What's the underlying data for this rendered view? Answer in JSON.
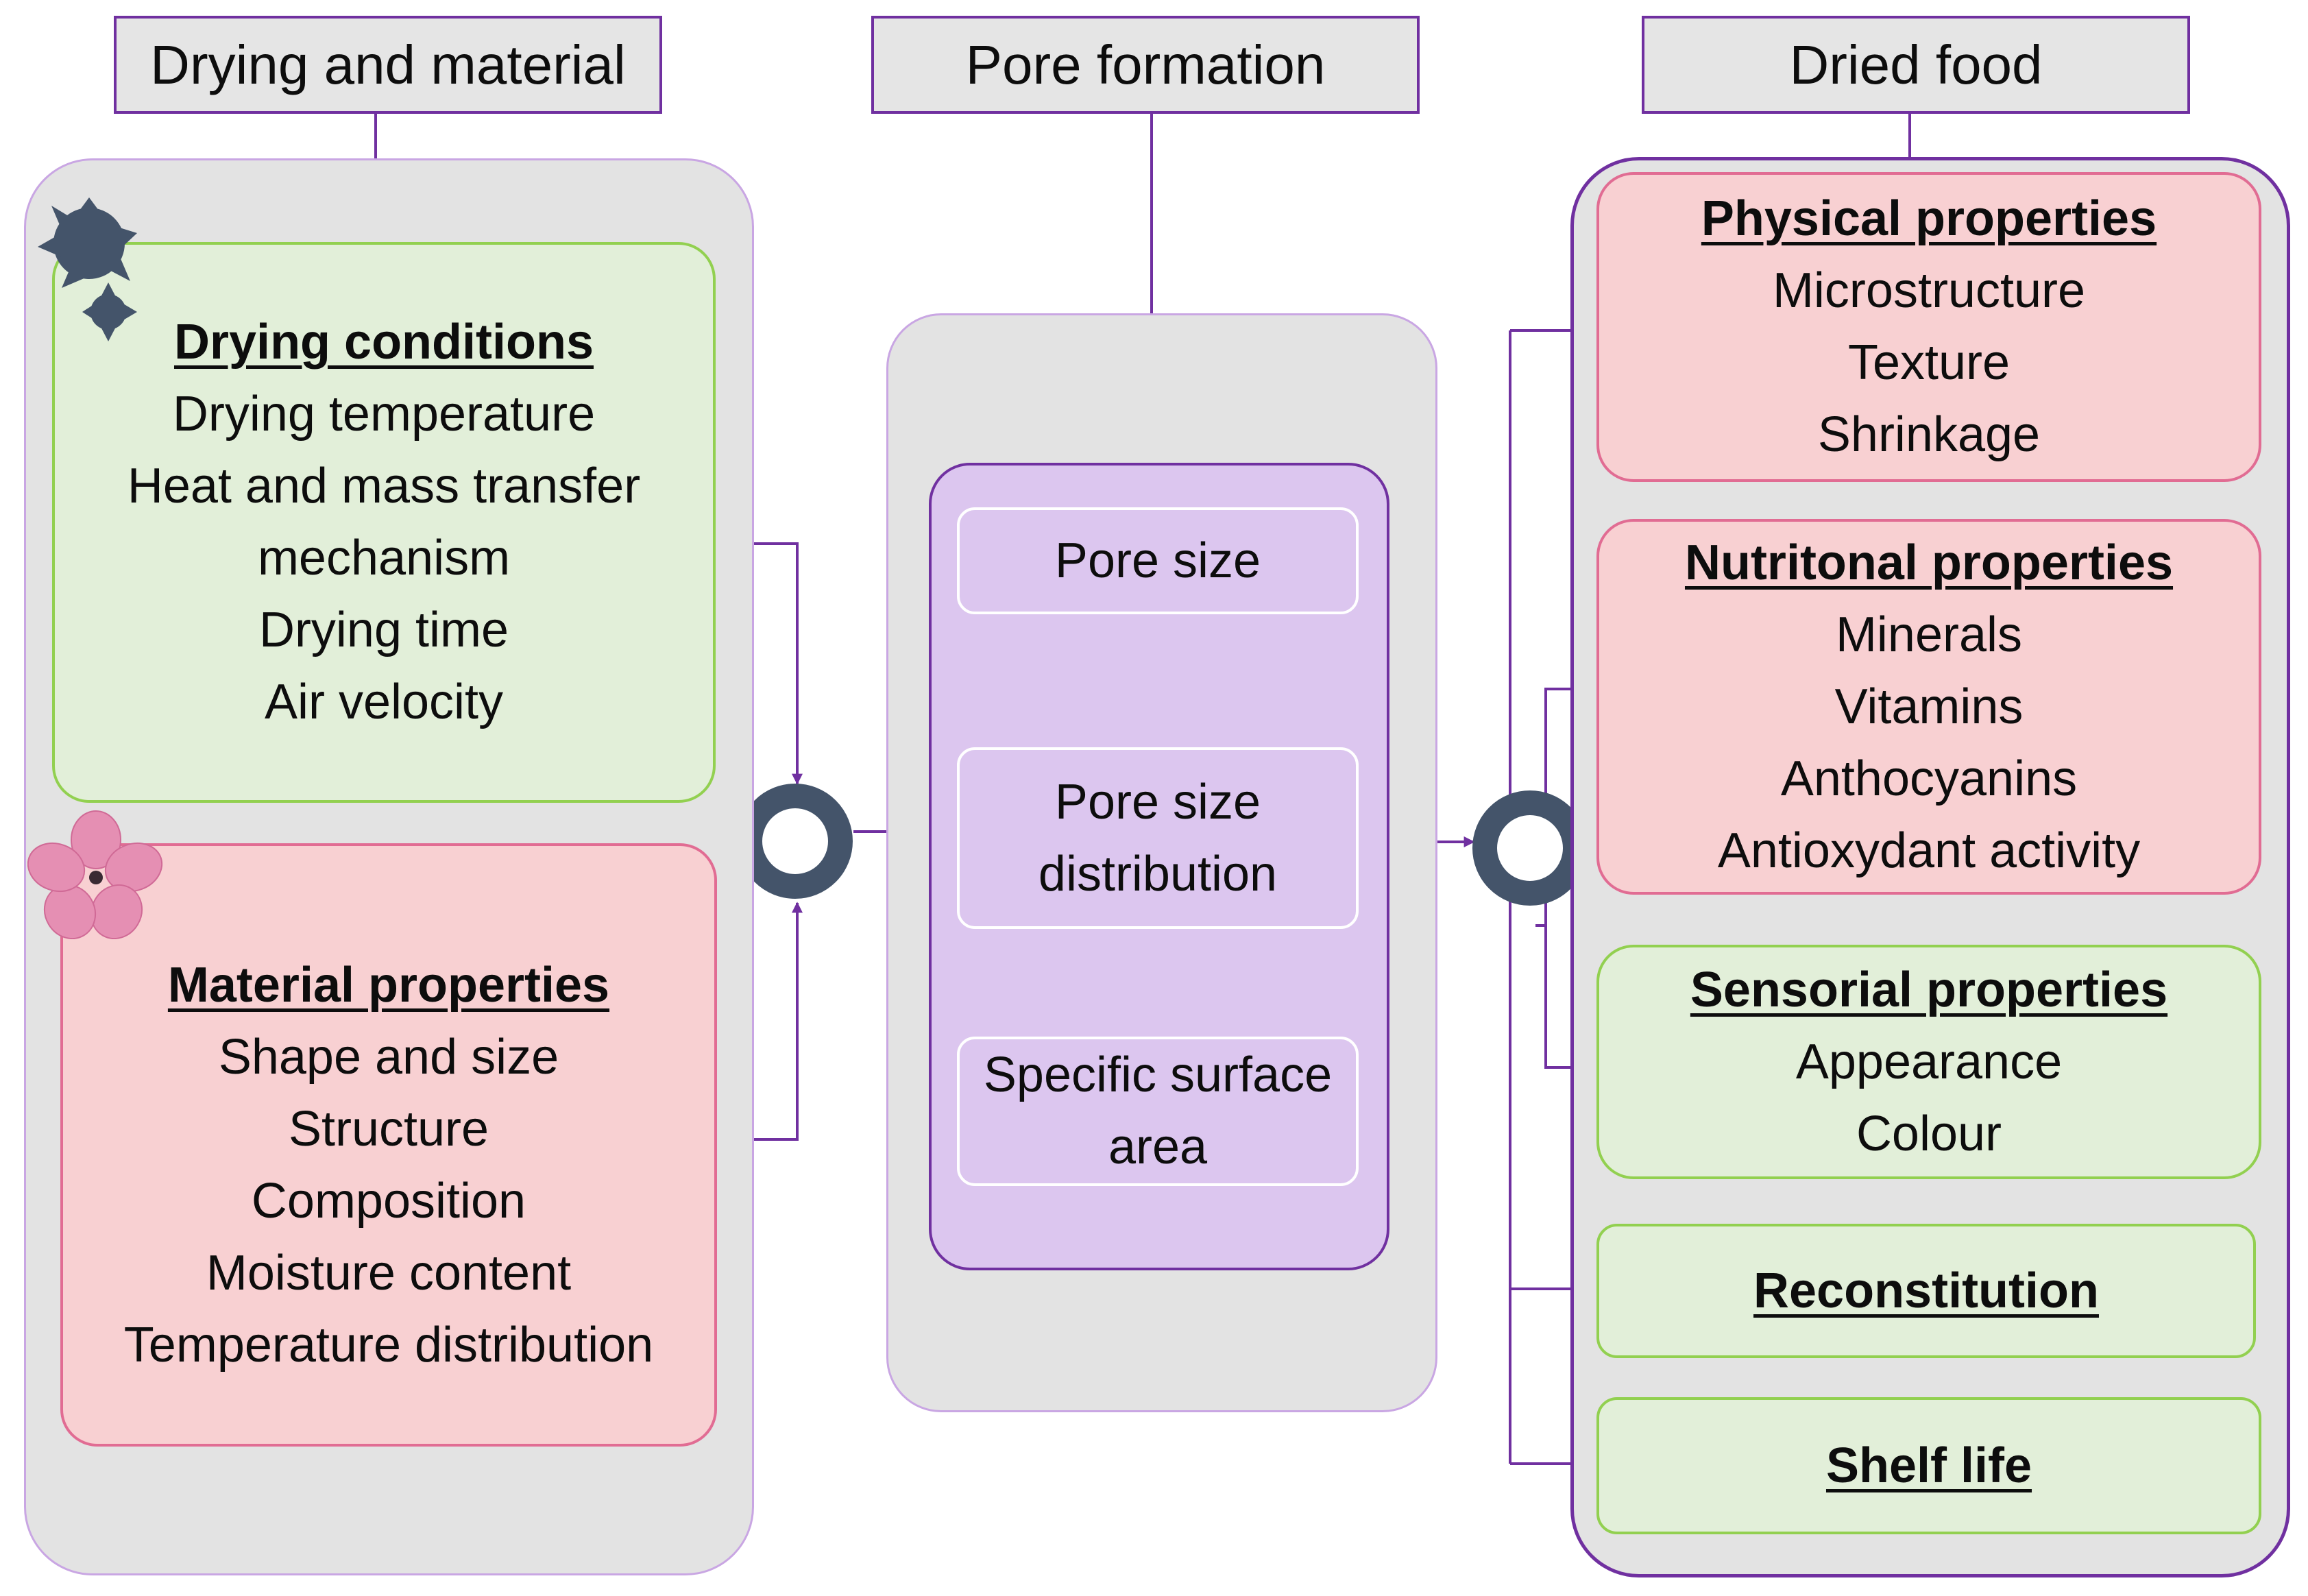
{
  "headers": {
    "left": "Drying and material",
    "middle": "Pore formation",
    "right": "Dried food"
  },
  "drying_conditions": {
    "title": "Drying conditions",
    "items": [
      "Drying temperature",
      "Heat and mass transfer",
      "mechanism",
      "Drying time",
      "Air velocity"
    ]
  },
  "material_properties": {
    "title": "Material properties",
    "items": [
      "Shape and size",
      "Structure",
      "Composition",
      "Moisture content",
      "Temperature distribution"
    ]
  },
  "pore_formation": {
    "pore_size": "Pore size",
    "pore_size_distribution": [
      "Pore size",
      "distribution"
    ],
    "specific_surface_area": [
      "Specific surface",
      "area"
    ]
  },
  "physical_properties": {
    "title": "Physical properties",
    "items": [
      "Microstructure",
      "Texture",
      "Shrinkage"
    ]
  },
  "nutritional_properties": {
    "title": "Nutritonal properties",
    "items": [
      "Minerals",
      "Vitamins",
      "Anthocyanins",
      "Antioxydant activity"
    ]
  },
  "sensorial_properties": {
    "title": "Sensorial properties",
    "items": [
      "Appearance",
      "Colour"
    ]
  },
  "reconstitution": {
    "title": "Reconstitution"
  },
  "shelf_life": {
    "title": "Shelf life"
  },
  "colors": {
    "connector": "#7030a0",
    "panel": "#e3e3e3",
    "green_fill": "#e2efd9",
    "green_border": "#92d050",
    "pink_fill": "#f8d0d2",
    "pink_border": "#e16c93",
    "purple_fill": "#dcc6ef",
    "ring": "#44546a"
  }
}
